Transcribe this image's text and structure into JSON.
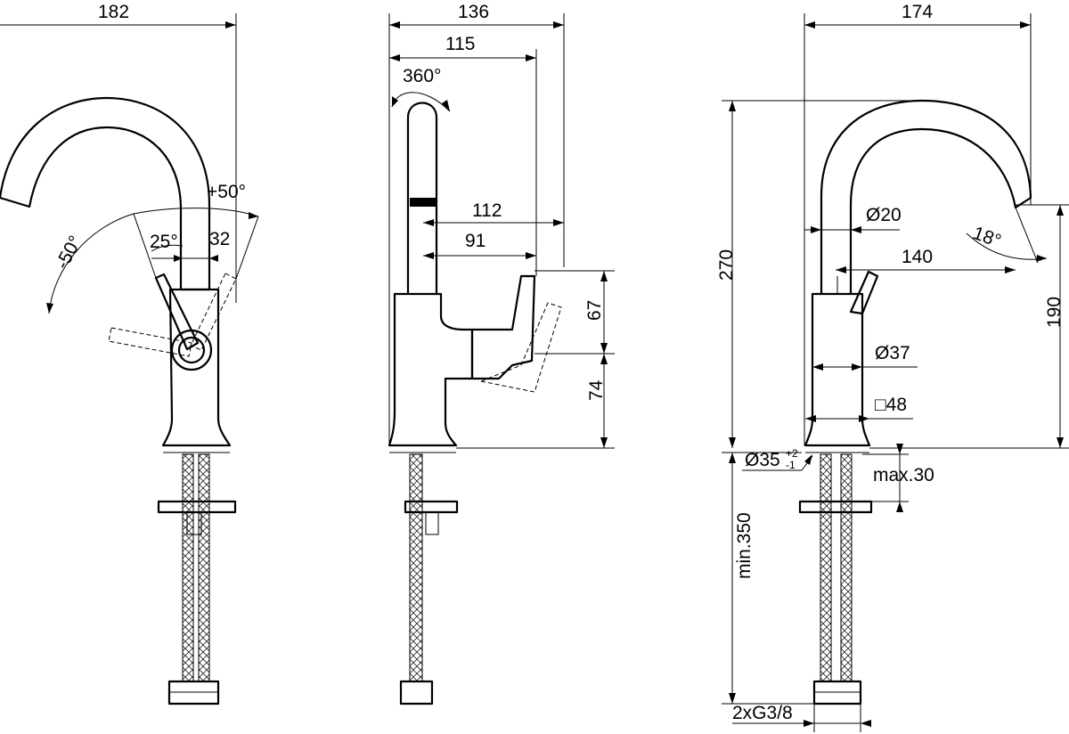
{
  "views": {
    "front": {
      "width": "182",
      "swivel_plus": "+50°",
      "swivel_minus": "-50°",
      "lever_tilt": "25°",
      "lever_offset": "32"
    },
    "side": {
      "width": "136",
      "to_lever": "115",
      "rotation": "360°",
      "spout_reach": "112",
      "lever_reach": "91",
      "lever_height": "67",
      "body_height": "74"
    },
    "rear": {
      "width": "174",
      "total_height": "270",
      "spout_diameter": "Ø20",
      "spout_angle": "18°",
      "reach": "140",
      "outlet_height": "190",
      "body_diameter": "Ø37",
      "base_square": "□48",
      "hole_diameter": "Ø35",
      "hole_tol_plus": "+2",
      "hole_tol_minus": "-1",
      "max_thickness": "max.30",
      "hose_length": "min.350",
      "connection": "2xG3/8"
    }
  }
}
